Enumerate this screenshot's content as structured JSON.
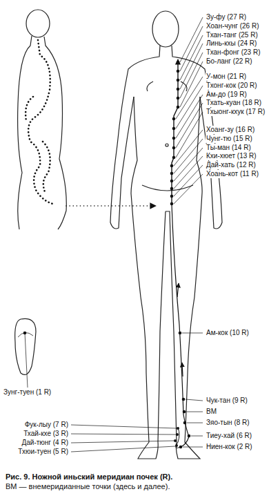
{
  "diagram": {
    "caption": "Рис. 9. Ножной иньский меридиан почек (R).",
    "labels": [
      "Зу-фу (27 R)",
      "Хоан-чунг (26 R)",
      "Тхан-танг (25 R)",
      "Линь-кхы (24 R)",
      "Тхан-фонг (23 R)",
      "Бо-ланг (22 R)",
      "У-мон (21 R)",
      "Тхонг-кок (20 R)",
      "Ам-до (19 R)",
      "Тхать-куан (18 R)",
      "Тхыонг-кхук (17 R)",
      "Хоанг-зу (16 R)",
      "Чунг-тю (15 R)",
      "Ты-ман (14 R)",
      "Кхи-хюет (13 R)",
      "Дай-хать (12 R)",
      "Хоань-кот (11 R)",
      "Ам-кок (10 R)",
      "Чук-тан (9 R)",
      "ВМ",
      "Зяо-тын (8 R)",
      "Тиеу-хай (6 R)",
      "Ниен-кок (2 R)",
      "Зунг-туен (1 R)",
      "Фук-лыу (7 R)",
      "Тхай-кхе (3 R)",
      "Дай-тюнг (4 R)",
      "Тхюи-туен (5 R)",
      "ВМ — внемеридианные точки (здесь и далее)."
    ]
  }
}
